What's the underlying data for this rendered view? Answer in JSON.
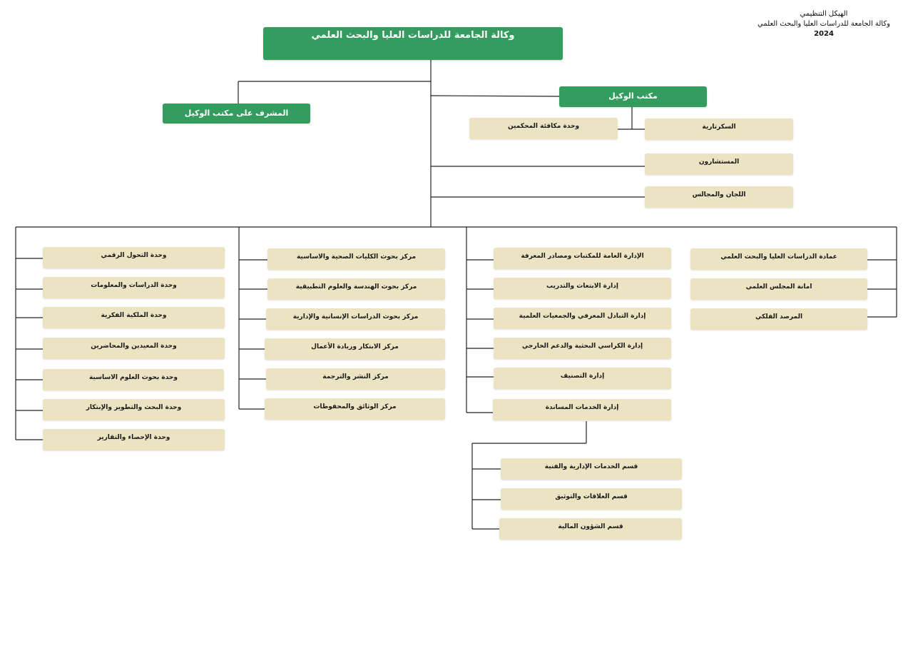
{
  "header": {
    "line1": "الهيكل التنظيمي",
    "line2": "وكالة الجامعة للدراسات العليا  والبحث العلمي",
    "year": "2024"
  },
  "colors": {
    "primary_green": "#339c5e",
    "box_beige": "#ebe3c1",
    "connector": "#222222"
  },
  "top": "وكالة الجامعة  للدراسات العليا والبحث العلمي",
  "office": {
    "title": "مكتب الوكيل",
    "supervisor": "المشرف على مكتب الوكيل",
    "secretariat": "السكرتارية",
    "reviewers_reward": "وحدة مكافئة المحكمين",
    "advisors": "المستشارون",
    "committees": "اللجان والمجالس"
  },
  "column1": [
    "عمادة الدراسات العليا والبحث العلمي",
    "امانة المجلس العلمي",
    "المرصد الفلكي"
  ],
  "column2": [
    "الإدارة العامة للمكتبات ومصادر المعرفة",
    "إدارة الابتعاث والتدريب",
    "إدارة التبادل المعرفي والجمعيات العلمية",
    "إدارة الكراسي البحثية والدعم الخارجي",
    "إدارة التصنيف",
    "إدارة الخدمات المساندة"
  ],
  "support_sections": [
    "قسم الخدمات الإدارية  والفنية",
    "قسم العلاقات والتوثيق",
    "قسم الشؤون المالية"
  ],
  "column3": [
    "مركز بحوث الكليات الصحية والاساسية",
    "مركز بحوث الهندسة والعلوم التطبيقية",
    "مركز بحوث الدراسات الإنسانية والإدارية",
    "مركز الابتكار وريادة الأعمال",
    "مركز النشر والترجمة",
    "مركز الوثائق والمحفوظات"
  ],
  "column4": [
    "وحدة التحول الرقمي",
    "وحدة الدراسات والمعلومات",
    "وحدة الملكية الفكرية",
    "وحدة المعيدين والمحاضرين",
    "وحدة بحوث العلوم الاساسية",
    "وحدة البحث والتطوير  والإبتكار",
    "وحدة الإحصاء والتقارير"
  ]
}
